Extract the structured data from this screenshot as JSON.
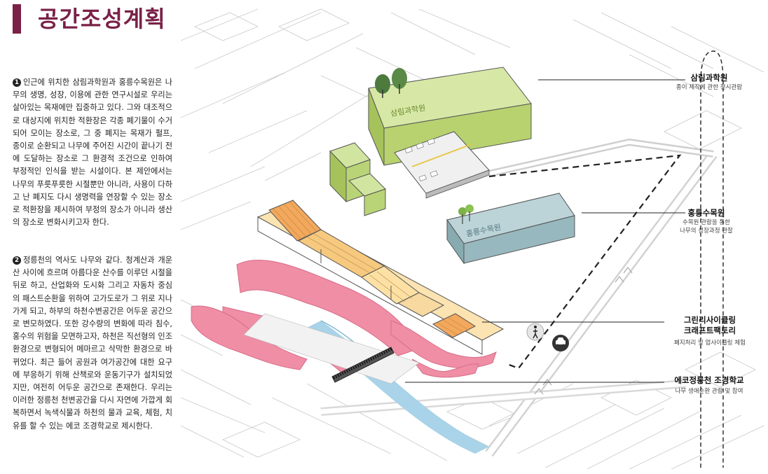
{
  "page": {
    "title": "공간조성계획",
    "accent_color": "#7a2148"
  },
  "text": {
    "paragraph1_num": "1",
    "paragraph1": "인근에 위치한 삼림과학원과 홍릉수목원은 나무의 생명, 성장, 이용에 관한 연구시설로 우리는 살아있는 목재에만 집중하고 있다. 그와 대조적으로 대상지에 위치한 적환장은 각종 폐기물이 수거되어 모이는 장소로, 그 중 폐지는 목재가 펄프, 종이로 순환되고 나무에 주어진 시간이 끝나기 전에 도달하는 장소로 그 환경적 조건으로 인하여 부정적인 인식을 받는 시설이다. 본 제안에서는 나무의 푸릇푸릇한 시절뿐만 아니라, 사용이 다하고 난 폐지도 다시 생명력을 연장할 수 있는 장소로 적환장을 제시하여 부정의 장소가 아니라 생산의 장소로 변화시키고자 한다.",
    "paragraph2_num": "2",
    "paragraph2": "정릉천의 역사도 나무와 같다. 청계산과 개운산 사이에 흐르며 아름다운 산수를 이루던 시절을 뒤로 하고, 산업화와 도시화 그리고 자동차 중심의 패스트순환을 위하여 고가도로가 그 위로 지나가게 되고, 하부의 하천수변공간은 어두운 공간으로 변모하였다. 또한 강수량의 변화에 따라 침수, 홍수의 위험을 모면하고자, 하천은 직선형의 인조환경으로 변형되어 메마르고 삭막한 환경으로 바뀌었다. 최근 들어 공원과 여가공간에 대한 요구에 부응하기 위해 산책로와 운동기구가 설치되었지만, 여전히 어두운 공간으로 존재한다. 우리는 이러한 정릉천 천변공간을 다시 자연에 가깝게 회복하면서 녹색식물과 하천의 물과 교육, 체험, 치유를 할 수 있는 에코 조경학교로 제시한다."
  },
  "diagram": {
    "building_labels": {
      "forest_institute": "삼림과학원",
      "arboretum": "홍릉수목원"
    },
    "callouts": [
      {
        "title": "삼림과학원",
        "sub": [
          "종이 제작에 관한 전시관람"
        ]
      },
      {
        "title": "홍릉수목원",
        "sub": [
          "수목원 관람을 통한",
          "나무의 성장과정 관찰"
        ]
      },
      {
        "title": "그린리사이클링",
        "title2": "크래프트팩토리",
        "sub": [
          "폐지처리 및 업사이클링 체험"
        ]
      },
      {
        "title": "에코정릉천 조경학교",
        "sub": [
          "나무 생애순환 관람 및 참여"
        ]
      }
    ],
    "icons": [
      "pedestrian-icon",
      "car-icon"
    ],
    "colors": {
      "forest_institute": "#c6dc8a",
      "annex": "#b9d477",
      "arboretum": "#a9c4c9",
      "factory": "#f3c47a",
      "riverside_pink": "#ef8ea5",
      "river": "#a8d3e8",
      "route": "#222222"
    }
  }
}
